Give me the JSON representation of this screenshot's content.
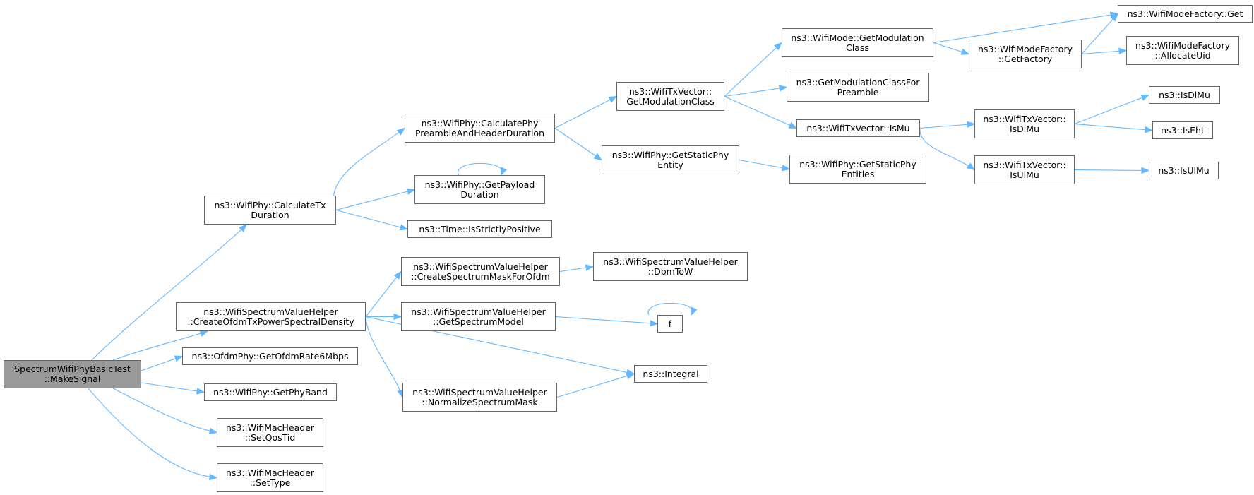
{
  "graph": {
    "type": "call-graph",
    "nodes": [
      {
        "id": "root",
        "lines": [
          "SpectrumWifiPhyBasicTest",
          "::MakeSignal"
        ],
        "highlight": true
      },
      {
        "id": "n1",
        "lines": [
          "ns3::WifiPhy::CalculateTx",
          "Duration"
        ]
      },
      {
        "id": "n2",
        "lines": [
          "ns3::WifiSpectrumValueHelper",
          "::CreateOfdmTxPowerSpectralDensity"
        ]
      },
      {
        "id": "n3",
        "lines": [
          "ns3::OfdmPhy::GetOfdmRate6Mbps"
        ]
      },
      {
        "id": "n4",
        "lines": [
          "ns3::WifiPhy::GetPhyBand"
        ]
      },
      {
        "id": "n5",
        "lines": [
          "ns3::WifiMacHeader",
          "::SetQosTid"
        ]
      },
      {
        "id": "n6",
        "lines": [
          "ns3::WifiMacHeader",
          "::SetType"
        ]
      },
      {
        "id": "n7",
        "lines": [
          "ns3::WifiPhy::CalculatePhy",
          "PreambleAndHeaderDuration"
        ]
      },
      {
        "id": "n8",
        "lines": [
          "ns3::WifiPhy::GetPayload",
          "Duration"
        ]
      },
      {
        "id": "n9",
        "lines": [
          "ns3::Time::IsStrictlyPositive"
        ]
      },
      {
        "id": "n10",
        "lines": [
          "ns3::WifiSpectrumValueHelper",
          "::CreateSpectrumMaskForOfdm"
        ]
      },
      {
        "id": "n11",
        "lines": [
          "ns3::WifiSpectrumValueHelper",
          "::GetSpectrumModel"
        ]
      },
      {
        "id": "n12",
        "lines": [
          "ns3::WifiSpectrumValueHelper",
          "::NormalizeSpectrumMask"
        ]
      },
      {
        "id": "n13",
        "lines": [
          "ns3::Integral"
        ]
      },
      {
        "id": "n14",
        "lines": [
          "ns3::WifiTxVector::",
          "GetModulationClass"
        ]
      },
      {
        "id": "n15",
        "lines": [
          "ns3::WifiPhy::GetStaticPhy",
          "Entity"
        ]
      },
      {
        "id": "n16",
        "lines": [
          "ns3::WifiSpectrumValueHelper",
          "::DbmToW"
        ]
      },
      {
        "id": "n17",
        "lines": [
          "f"
        ]
      },
      {
        "id": "n18",
        "lines": [
          "ns3::WifiMode::GetModulation",
          "Class"
        ]
      },
      {
        "id": "n19",
        "lines": [
          "ns3::GetModulationClassFor",
          "Preamble"
        ]
      },
      {
        "id": "n20",
        "lines": [
          "ns3::WifiTxVector::IsMu"
        ]
      },
      {
        "id": "n21",
        "lines": [
          "ns3::WifiPhy::GetStaticPhy",
          "Entities"
        ]
      },
      {
        "id": "n22",
        "lines": [
          "ns3::WifiModeFactory::Get"
        ]
      },
      {
        "id": "n23",
        "lines": [
          "ns3::WifiModeFactory",
          "::GetFactory"
        ]
      },
      {
        "id": "n24",
        "lines": [
          "ns3::WifiModeFactory",
          "::AllocateUid"
        ]
      },
      {
        "id": "n25",
        "lines": [
          "ns3::WifiTxVector::",
          "IsDlMu"
        ]
      },
      {
        "id": "n26",
        "lines": [
          "ns3::WifiTxVector::",
          "IsUlMu"
        ]
      },
      {
        "id": "n27",
        "lines": [
          "ns3::IsDlMu"
        ]
      },
      {
        "id": "n28",
        "lines": [
          "ns3::IsEht"
        ]
      },
      {
        "id": "n29",
        "lines": [
          "ns3::IsUlMu"
        ]
      }
    ],
    "edges": [
      [
        "root",
        "n1"
      ],
      [
        "root",
        "n2"
      ],
      [
        "root",
        "n3"
      ],
      [
        "root",
        "n4"
      ],
      [
        "root",
        "n5"
      ],
      [
        "root",
        "n6"
      ],
      [
        "n1",
        "n7"
      ],
      [
        "n1",
        "n8"
      ],
      [
        "n1",
        "n9"
      ],
      [
        "n2",
        "n10"
      ],
      [
        "n2",
        "n11"
      ],
      [
        "n2",
        "n12"
      ],
      [
        "n2",
        "n13"
      ],
      [
        "n7",
        "n14"
      ],
      [
        "n7",
        "n15"
      ],
      [
        "n8",
        "n8"
      ],
      [
        "n10",
        "n16"
      ],
      [
        "n11",
        "n17"
      ],
      [
        "n12",
        "n13"
      ],
      [
        "n14",
        "n18"
      ],
      [
        "n14",
        "n19"
      ],
      [
        "n14",
        "n20"
      ],
      [
        "n15",
        "n21"
      ],
      [
        "n17",
        "n17"
      ],
      [
        "n18",
        "n22"
      ],
      [
        "n18",
        "n23"
      ],
      [
        "n20",
        "n25"
      ],
      [
        "n20",
        "n26"
      ],
      [
        "n23",
        "n22"
      ],
      [
        "n23",
        "n24"
      ],
      [
        "n25",
        "n27"
      ],
      [
        "n25",
        "n28"
      ],
      [
        "n26",
        "n29"
      ]
    ],
    "colors": {
      "edge": "#63b8ff",
      "node_border": "#666666",
      "node_fill": "#ffffff",
      "root_fill": "#999999",
      "text": "#000000"
    }
  }
}
